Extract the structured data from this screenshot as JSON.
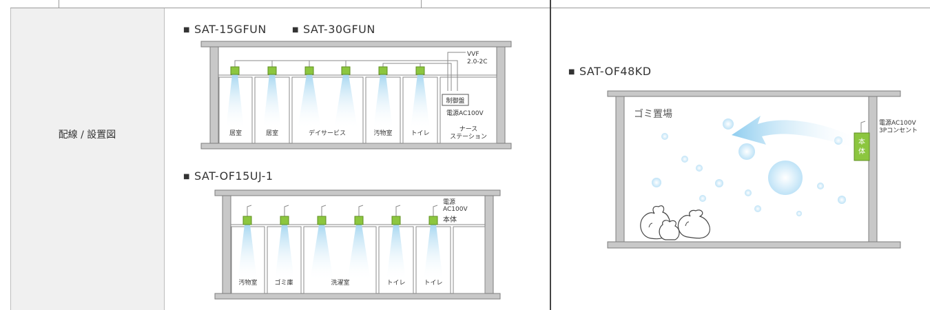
{
  "row_label": "配線 / 設置図",
  "diagrams": {
    "top_left": {
      "titles": [
        "SAT-15GFUN",
        "SAT-30GFUN"
      ],
      "wire_spec": [
        "VVF",
        "2.0-2C"
      ],
      "control_panel": "制御盤",
      "power": "電源AC100V",
      "rooms": [
        "居室",
        "居室",
        "デイサービス",
        "汚物室",
        "トイレ"
      ],
      "station": [
        "ナース",
        "ステーション"
      ]
    },
    "bottom_left": {
      "title": "SAT-OF15UJ-1",
      "power": [
        "電源",
        "AC100V"
      ],
      "unit": "本体",
      "rooms": [
        "汚物室",
        "ゴミ庫",
        "洗濯室",
        "トイレ",
        "トイレ"
      ]
    },
    "right": {
      "title": "SAT-OF48KD",
      "area": "ゴミ置場",
      "power": [
        "電源AC100V",
        "3Pコンセント"
      ],
      "unit": [
        "本",
        "体"
      ]
    }
  },
  "colors": {
    "wall": "#c8c8c8",
    "wall_border": "#7d7d7d",
    "device": "#8cc63f",
    "beam": "#bfe3f7",
    "label_bg": "#f0f0f0"
  }
}
